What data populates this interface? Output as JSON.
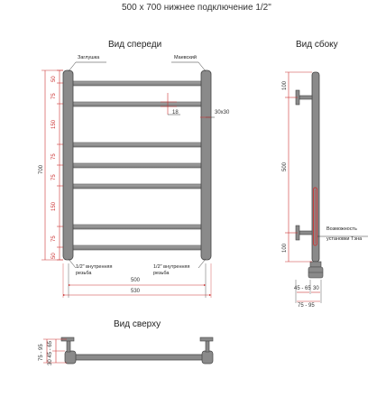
{
  "title": "500 х 700 нижнее подключение 1/2\"",
  "views": {
    "front": "Вид спереди",
    "side": "Вид сбоку",
    "top": "Вид сверху"
  },
  "front": {
    "plug_label": "Заглушка",
    "mayevsky_label": "Маевский",
    "thread_left": [
      "1/2\" внутренняя",
      "резьба"
    ],
    "thread_right": [
      "1/2\" внутренняя",
      "резьба"
    ],
    "left_dims": [
      "50",
      "75",
      "150",
      "75",
      "75",
      "150",
      "75",
      "50"
    ],
    "overall_height": "700",
    "dim_18": "18",
    "dim_30x30": "30х30",
    "width_inner": "500",
    "width_outer": "530"
  },
  "side": {
    "dim_top": "100",
    "dim_middle": "500",
    "dim_bottom": "100",
    "heater_label": [
      "Возможность",
      "установки Тэна"
    ],
    "dim_45_65": "45 - 65",
    "dim_30": "30",
    "dim_75_95": "75 - 95"
  },
  "top": {
    "dim_75_95": "75 - 95",
    "dim_30_45_65": "30 45 - 65"
  },
  "colors": {
    "frame": "#8a8a8a",
    "dim_red": "#cc3333",
    "dim_dark": "#333333"
  }
}
